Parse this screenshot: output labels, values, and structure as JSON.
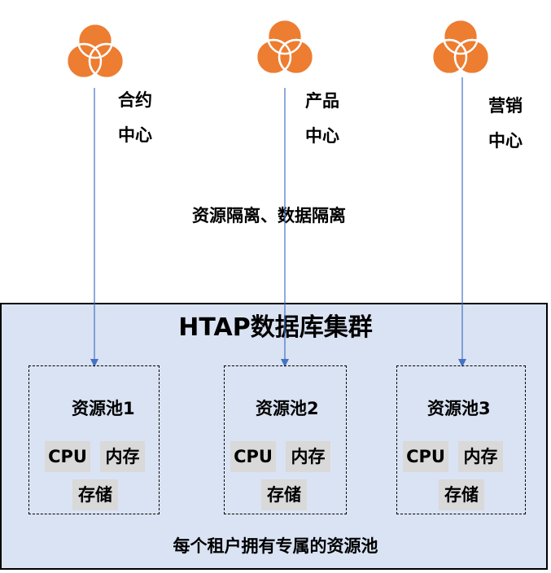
{
  "tenants": [
    {
      "line1": "合约",
      "line2": "中心"
    },
    {
      "line1": "产品",
      "line2": "中心"
    },
    {
      "line1": "营销",
      "line2": "中心"
    }
  ],
  "isolation_label": "资源隔离、数据隔离",
  "cluster": {
    "title": "HTAP数据库集群",
    "footer": "每个租户拥有专属的资源池"
  },
  "pools": [
    {
      "title": "资源池1",
      "cpu": "CPU",
      "memory": "内存",
      "storage": "存储"
    },
    {
      "title": "资源池2",
      "cpu": "CPU",
      "memory": "内存",
      "storage": "存储"
    },
    {
      "title": "资源池3",
      "cpu": "CPU",
      "memory": "内存",
      "storage": "存储"
    }
  ],
  "colors": {
    "icon": "#ed7d31",
    "arrow": "#4472c4",
    "cluster_bg": "#dae3f3",
    "resource_bg": "#d9d9d9"
  }
}
